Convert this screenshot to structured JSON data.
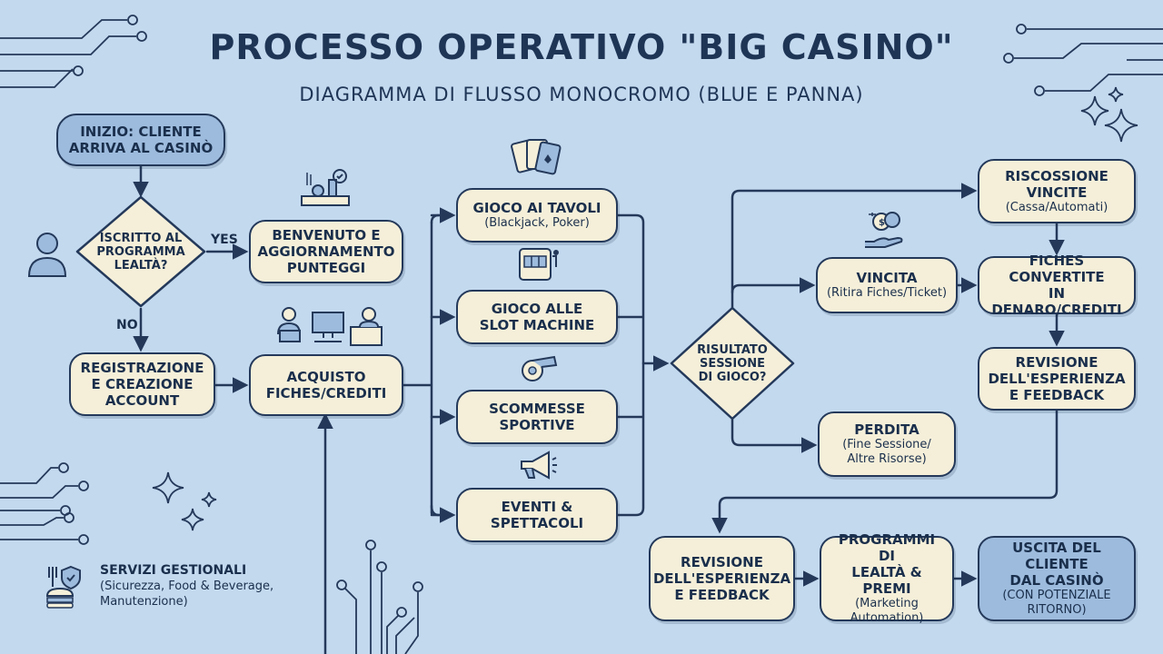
{
  "title": "PROCESSO OPERATIVO \"BIG CASINO\"",
  "subtitle": "DIAGRAMMA DI FLUSSO MONOCROMO (BLUE E PANNA)",
  "nodes": {
    "start": {
      "line1": "INIZIO: CLIENTE",
      "line2": "ARRIVA AL CASINÒ"
    },
    "loyalty_check": {
      "line1": "ISCRITTO AL",
      "line2": "PROGRAMMA",
      "line3": "LEALTÀ?"
    },
    "welcome": {
      "line1": "BENVENUTO E",
      "line2": "AGGIORNAMENTO",
      "line3": "PUNTEGGI"
    },
    "registration": {
      "line1": "REGISTRAZIONE",
      "line2": "E CREAZIONE",
      "line3": "ACCOUNT"
    },
    "purchase": {
      "line1": "ACQUISTO",
      "line2": "FICHES/CREDITI"
    },
    "tables": {
      "line1": "GIOCO AI TAVOLI",
      "sub": "(Blackjack, Poker)"
    },
    "slots": {
      "line1": "GIOCO ALLE",
      "line2": "SLOT MACHINE"
    },
    "sports": {
      "line1": "SCOMMESSE",
      "line2": "SPORTIVE"
    },
    "events": {
      "line1": "EVENTI &",
      "line2": "SPETTACOLI"
    },
    "result": {
      "line1": "RISULTATO",
      "line2": "SESSIONE",
      "line3": "DI GIOCO?"
    },
    "win": {
      "line1": "VINCITA",
      "sub": "(Ritira Fiches/Ticket)"
    },
    "loss": {
      "line1": "PERDITA",
      "sub1": "(Fine Sessione/",
      "sub2": "Altre Risorse)"
    },
    "collect": {
      "line1": "RISCOSSIONE",
      "line2": "VINCITE",
      "sub": "(Cassa/Automati)"
    },
    "convert": {
      "line1": "FICHES CONVERTITE",
      "line2": "IN DENARO/CREDITI"
    },
    "review_right": {
      "line1": "REVISIONE",
      "line2": "DELL'ESPERIENZA",
      "line3": "E FEEDBACK"
    },
    "review_bottom": {
      "line1": "REVISIONE",
      "line2": "DELL'ESPERIENZA",
      "line3": "E FEEDBACK"
    },
    "programs": {
      "line1": "PROGRAMMI DI",
      "line2": "LEALTÀ & PREMI",
      "sub1": "(Marketing",
      "sub2": "Automation)"
    },
    "exit": {
      "line1": "USCITA DEL CLIENTE",
      "line2": "DAL CASINÒ",
      "sub1": "(CON POTENZIALE",
      "sub2": "RITORNO)"
    }
  },
  "edge_labels": {
    "yes": "YES",
    "no": "NO"
  },
  "services": {
    "title": "SERVIZI GESTIONALI",
    "line1": "(Sicurezza, Food & Beverage,",
    "line2": "Manutenzione)"
  },
  "colors": {
    "background": "#c3d9ee",
    "node_fill": "#f5efd9",
    "node_blue": "#9dbbdd",
    "stroke": "#24395a"
  }
}
